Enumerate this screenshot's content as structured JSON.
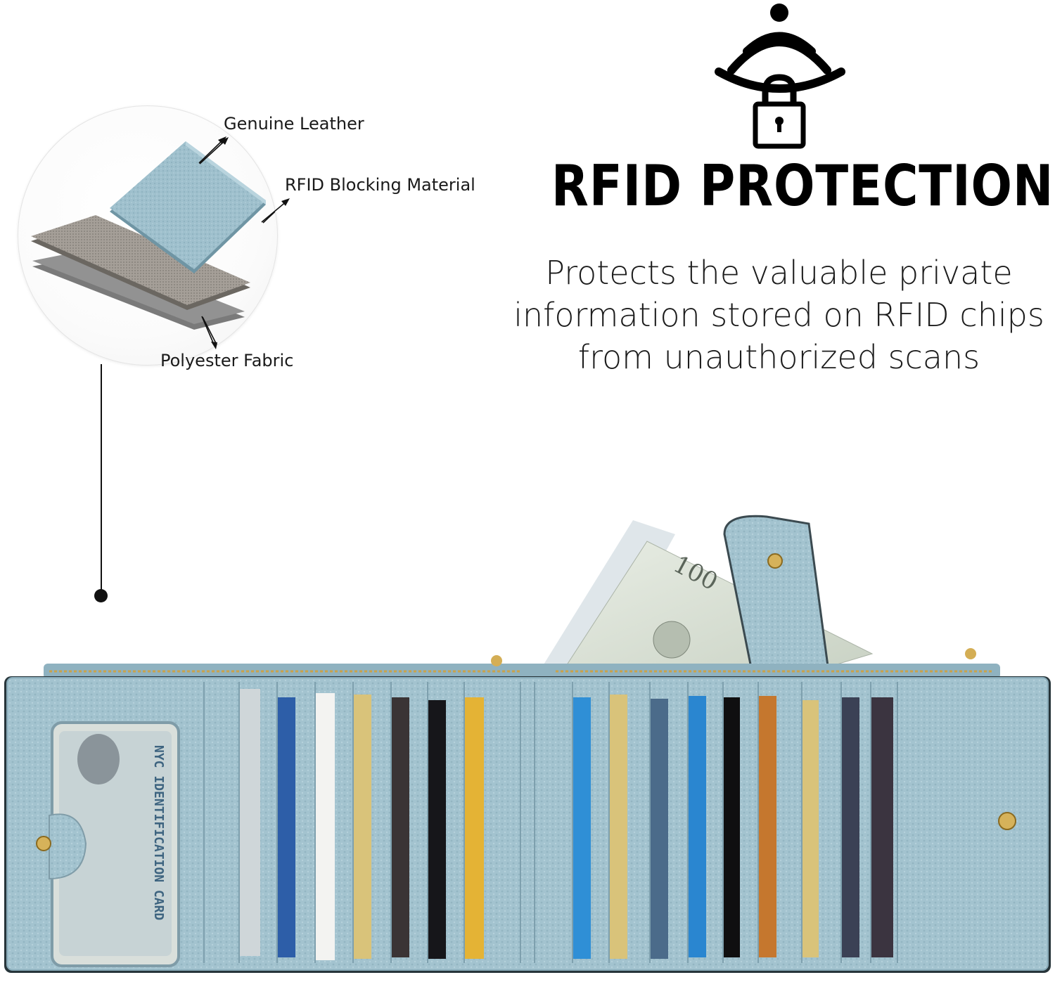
{
  "layers": {
    "top_label": "Genuine Leather",
    "middle_label": "RFID Blocking Material",
    "bottom_label": "Polyester Fabric"
  },
  "rfid": {
    "title": "RFID PROTECTION",
    "description_lines": [
      "Protects the valuable private",
      "information stored on RFID chips",
      "from unauthorized scans"
    ],
    "icon": "wifi-lock-icon"
  },
  "colors": {
    "leather": "#9fc0cd",
    "leather_dark": "#86aab9",
    "rfid_layer": "#8f8a84",
    "polyester": "#8e8e8e",
    "text": "#1a1a1a",
    "gold": "#c9a24a"
  }
}
